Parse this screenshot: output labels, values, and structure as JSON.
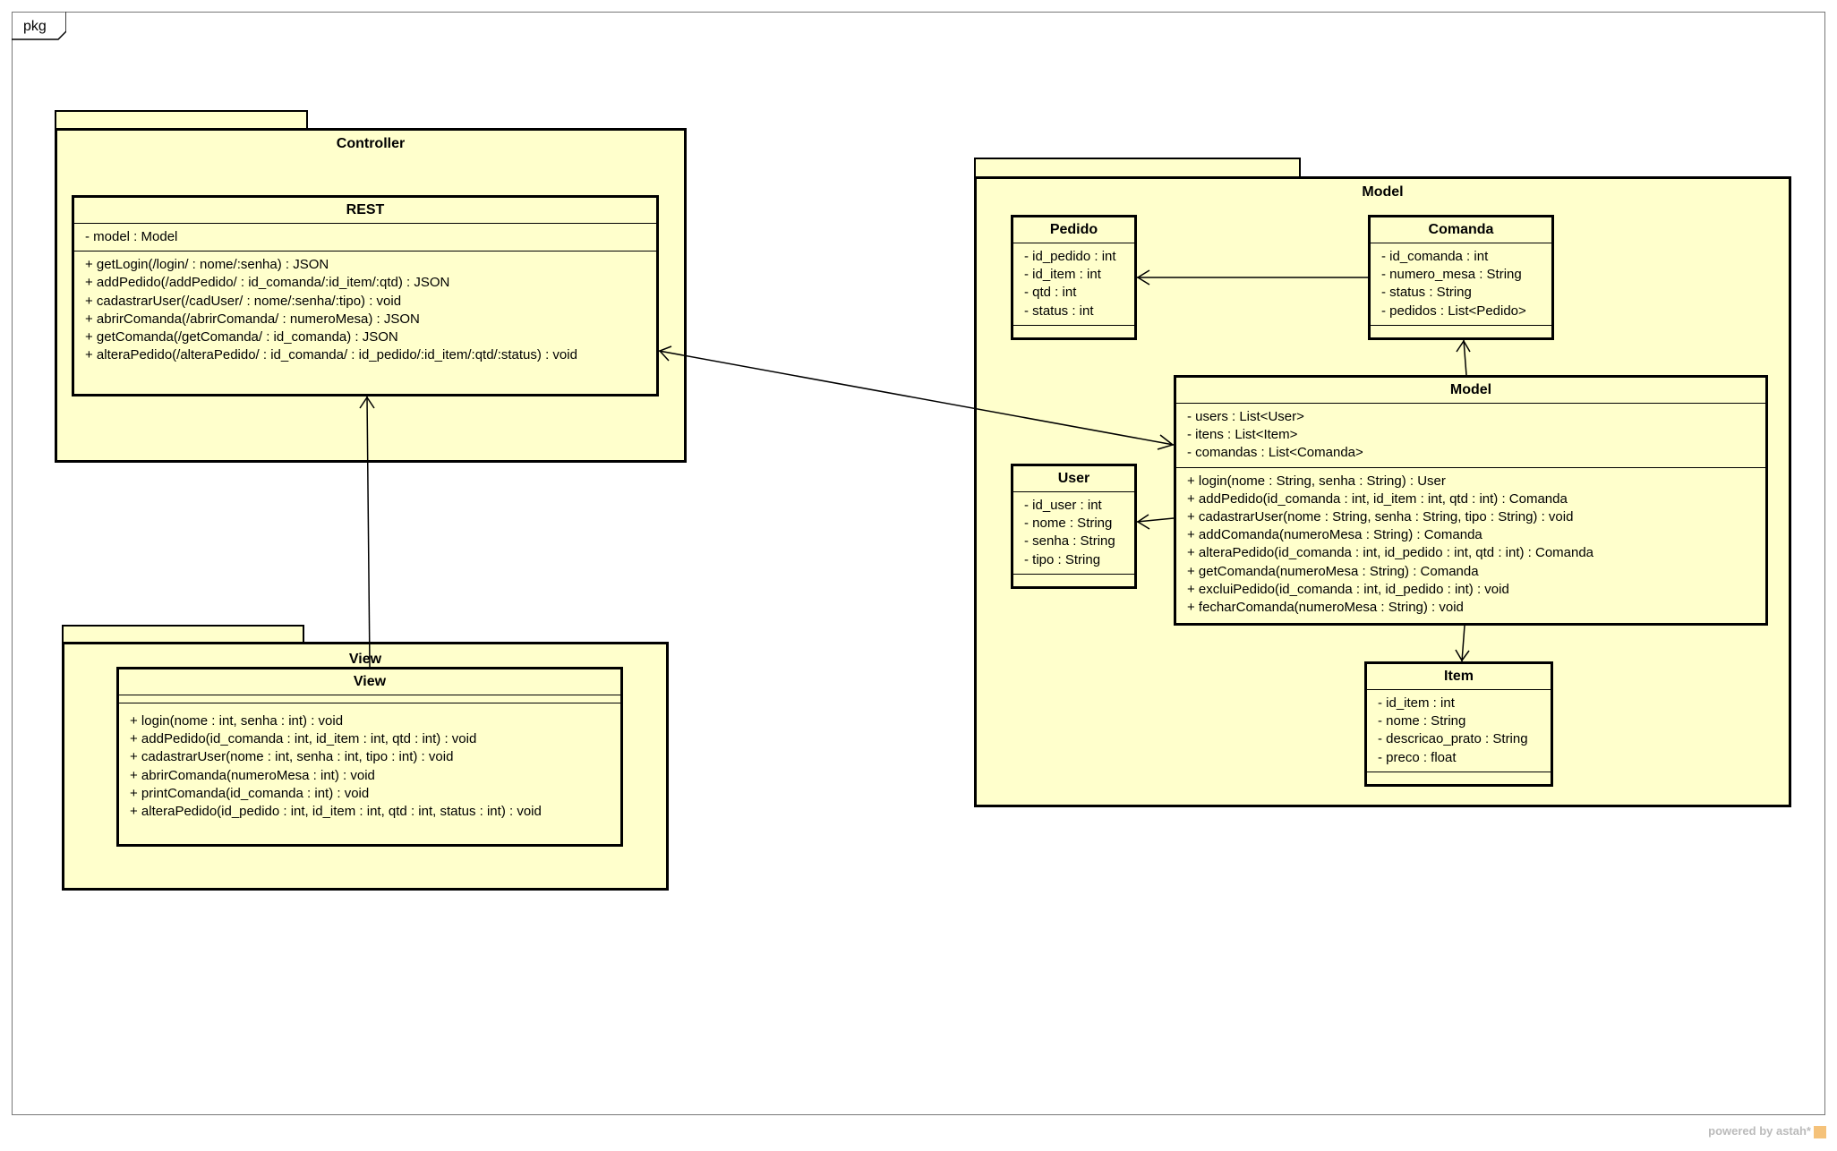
{
  "frame": {
    "label": "pkg"
  },
  "packages": {
    "controller": {
      "name": "Controller"
    },
    "view": {
      "name": "View"
    },
    "model": {
      "name": "Model"
    }
  },
  "classes": {
    "rest": {
      "name": "REST",
      "attributes": [
        "- model : Model"
      ],
      "operations": [
        "+ getLogin(/login/ : nome/:senha) : JSON",
        "+ addPedido(/addPedido/ : id_comanda/:id_item/:qtd) : JSON",
        "+ cadastrarUser(/cadUser/ : nome/:senha/:tipo) : void",
        "+ abrirComanda(/abrirComanda/ : numeroMesa) : JSON",
        "+ getComanda(/getComanda/ : id_comanda) : JSON",
        "+ alteraPedido(/alteraPedido/ : id_comanda/ : id_pedido/:id_item/:qtd/:status) : void"
      ]
    },
    "view": {
      "name": "View",
      "attributes": [],
      "operations": [
        "+ login(nome : int, senha : int) : void",
        "+ addPedido(id_comanda : int, id_item : int, qtd : int) : void",
        "+ cadastrarUser(nome : int, senha : int, tipo : int) : void",
        "+ abrirComanda(numeroMesa : int) : void",
        "+ printComanda(id_comanda : int) : void",
        "+ alteraPedido(id_pedido : int, id_item : int, qtd : int, status : int) : void"
      ]
    },
    "pedido": {
      "name": "Pedido",
      "attributes": [
        "- id_pedido : int",
        "- id_item : int",
        "- qtd : int",
        "- status : int"
      ],
      "operations": []
    },
    "comanda": {
      "name": "Comanda",
      "attributes": [
        "- id_comanda : int",
        "- numero_mesa : String",
        "- status : String",
        "- pedidos : List<Pedido>"
      ],
      "operations": []
    },
    "model": {
      "name": "Model",
      "attributes": [
        "- users : List<User>",
        "- itens : List<Item>",
        "- comandas : List<Comanda>"
      ],
      "operations": [
        "+ login(nome : String, senha : String) : User",
        "+ addPedido(id_comanda : int, id_item : int, qtd : int) : Comanda",
        "+ cadastrarUser(nome : String, senha : String, tipo : String) : void",
        "+ addComanda(numeroMesa : String) : Comanda",
        "+ alteraPedido(id_comanda : int, id_pedido : int, qtd : int) : Comanda",
        "+ getComanda(numeroMesa : String) : Comanda",
        "+ excluiPedido(id_comanda : int, id_pedido : int) : void",
        "+ fecharComanda(numeroMesa : String) : void"
      ]
    },
    "user": {
      "name": "User",
      "attributes": [
        "- id_user : int",
        "- nome : String",
        "- senha : String",
        "- tipo : String"
      ],
      "operations": []
    },
    "item": {
      "name": "Item",
      "attributes": [
        "- id_item : int",
        "- nome : String",
        "- descricao_prato : String",
        "- preco : float"
      ],
      "operations": []
    }
  },
  "watermark": {
    "text": "powered by astah*"
  }
}
